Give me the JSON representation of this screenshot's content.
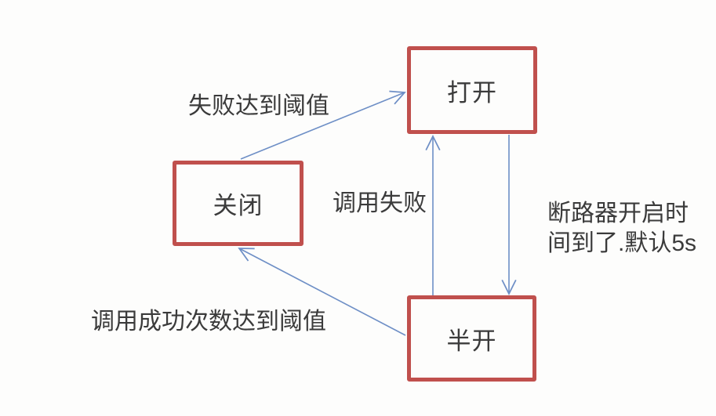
{
  "colors": {
    "background": "#fdfdfc",
    "state_border": "#c0504d",
    "arrow": "#6e8fc6",
    "text": "#3b3b3b"
  },
  "states": [
    {
      "id": "open",
      "label": "打开"
    },
    {
      "id": "closed",
      "label": "关闭"
    },
    {
      "id": "half_open",
      "label": "半开"
    }
  ],
  "transitions": [
    {
      "id": "closed-to-open",
      "from": "closed",
      "to": "open",
      "label": "失败达到阈值"
    },
    {
      "id": "halfopen-to-open",
      "from": "half_open",
      "to": "open",
      "label": "调用失败"
    },
    {
      "id": "open-to-halfopen",
      "from": "open",
      "to": "half_open",
      "label": "断路器开启时间到了.默认5s",
      "label_lines": [
        "断路器开启时",
        "间到了.默认5s"
      ]
    },
    {
      "id": "halfopen-to-closed",
      "from": "half_open",
      "to": "closed",
      "label": "调用成功次数达到阈值"
    }
  ]
}
